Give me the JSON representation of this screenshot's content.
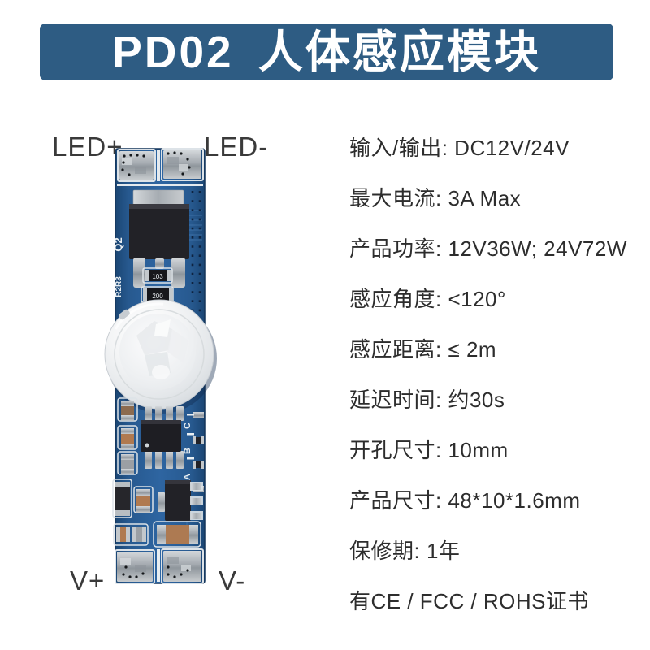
{
  "header": {
    "title": "PD02 人体感应模块"
  },
  "module": {
    "labels": {
      "led_plus": "LED+",
      "led_minus": "LED-",
      "v_plus": "V+",
      "v_minus": "V-"
    },
    "silkscreen": {
      "q2": "Q2",
      "r2r3": "R2R3",
      "r103": "103",
      "r200": "200",
      "pad_c": "C",
      "pad_b": "B",
      "pad_a": "A"
    },
    "colors": {
      "pcb_blue": "#2e65a1",
      "pcb_edge": "#1b4674",
      "solder_silver": "#b0b6bb",
      "component_black": "#222227",
      "passive_tan": "#b07a50",
      "silkscreen_white": "#e9eff3",
      "dome_white": "#eceef0"
    }
  },
  "specs": {
    "items": [
      {
        "text": "输入/输出: DC12V/24V"
      },
      {
        "text": "最大电流: 3A Max"
      },
      {
        "text": "产品功率: 12V36W; 24V72W"
      },
      {
        "text": "感应角度: <120°"
      },
      {
        "text": "感应距离: ≤ 2m"
      },
      {
        "text": "延迟时间: 约30s"
      },
      {
        "text": "开孔尺寸: 10mm"
      },
      {
        "text": "产品尺寸: 48*10*1.6mm"
      },
      {
        "text": "保修期: 1年"
      },
      {
        "text": "有CE / FCC / ROHS证书"
      }
    ]
  },
  "theme": {
    "banner_bg": "#2e5c83",
    "banner_text": "#ffffff",
    "spec_text": "#2d2d2d",
    "pin_label_text": "#3a3a3a",
    "page_bg": "#ffffff"
  }
}
